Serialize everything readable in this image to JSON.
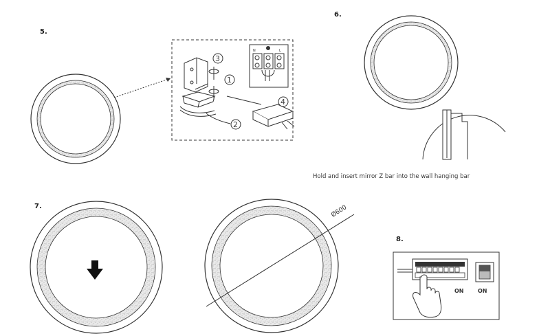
{
  "steps": {
    "step5": {
      "label": "5.",
      "callouts": [
        "3",
        "1",
        "2",
        "4"
      ],
      "terminal_labels": [
        "N",
        "L"
      ]
    },
    "step6": {
      "label": "6.",
      "caption": "Hold and insert mirror Z bar into the wall hanging bar"
    },
    "step7": {
      "label": "7.",
      "diameter_label": "Ø600"
    },
    "step8": {
      "label": "8.",
      "switch_label": "ON",
      "rocker_label": "ON"
    }
  }
}
